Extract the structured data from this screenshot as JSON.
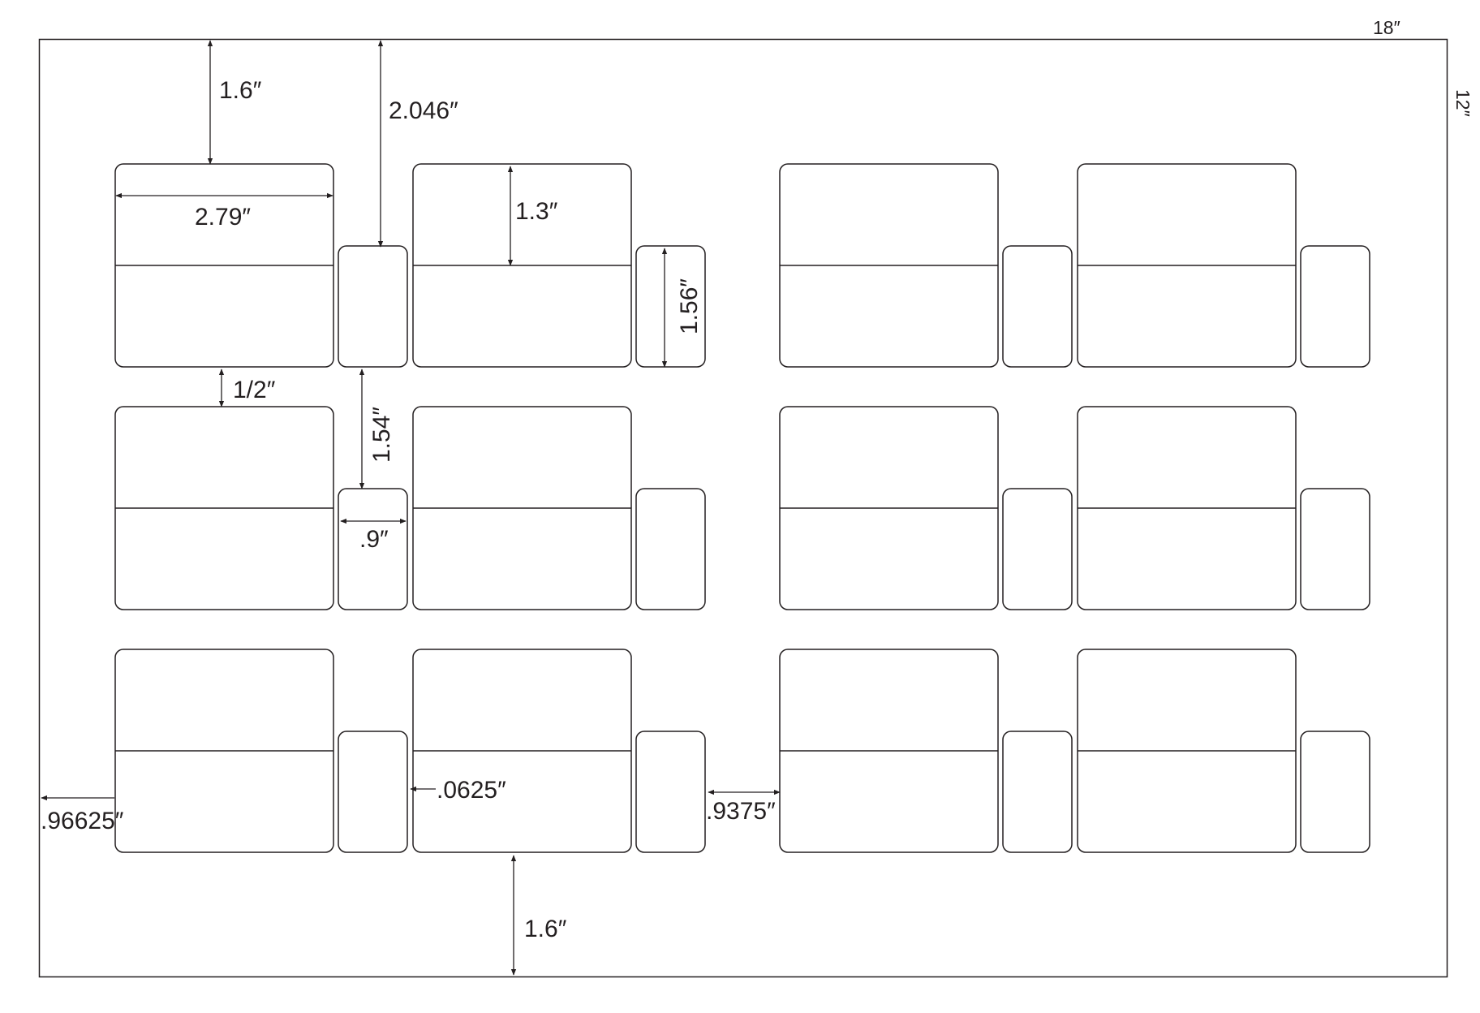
{
  "sheet": {
    "width_label": "18″",
    "height_label": "12″",
    "layout": {
      "rows": 3,
      "groups_per_row": 4,
      "group_parts": [
        "large-label-with-center-line",
        "small-rounded-label"
      ]
    }
  },
  "dimensions": {
    "top_margin": "1.6″",
    "small_top_offset": "2.046″",
    "large_width": "2.79″",
    "large_half_height": "1.3″",
    "small_height": "1.56″",
    "row_gap": "1/2″",
    "small_gap": "1.54″",
    "small_width": ".9″",
    "gutter": ".0625″",
    "left_margin": ".96625″",
    "block_gap": ".9375″",
    "bottom_margin": "1.6″"
  },
  "colors": {
    "stroke": "#231f20",
    "background": "#ffffff"
  }
}
